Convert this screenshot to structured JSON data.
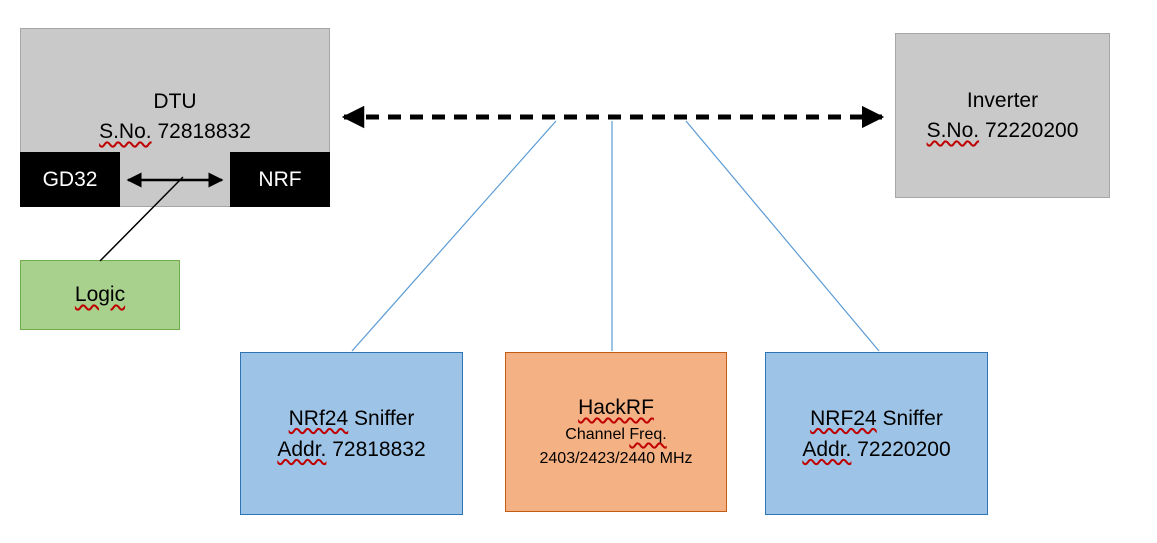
{
  "colors": {
    "box_gray": "#c9c9c9",
    "box_gray_border": "#a6a6a6",
    "box_black": "#000000",
    "box_green": "#a9d18e",
    "box_green_border": "#70ad47",
    "box_blue": "#9dc3e6",
    "box_blue_border": "#2e75b6",
    "box_orange": "#f4b183",
    "box_orange_border": "#c55a11",
    "connector_line_blue": "#5b9bd5",
    "arrow_black": "#000000",
    "spellcheck_red": "#c00000"
  },
  "dtu": {
    "title": "DTU",
    "serial_label": "S.No.",
    "serial_number": "72818832"
  },
  "gd32": {
    "label": "GD32"
  },
  "nrf": {
    "label": "NRF"
  },
  "logic": {
    "label": "Logic"
  },
  "inverter": {
    "title": "Inverter",
    "serial_label": "S.No.",
    "serial_number": "72220200"
  },
  "sniffer_left": {
    "name": "NRf24",
    "name_rest": "Sniffer",
    "addr_label": "Addr.",
    "addr_number": "72818832"
  },
  "hackrf": {
    "title": "HackRF",
    "channel_label": "Channel",
    "freq_label": "Freq.",
    "frequencies": "2403/2423/2440 MHz"
  },
  "sniffer_right": {
    "name": "NRF24",
    "name_rest": "Sniffer",
    "addr_label": "Addr.",
    "addr_number": "72220200"
  }
}
